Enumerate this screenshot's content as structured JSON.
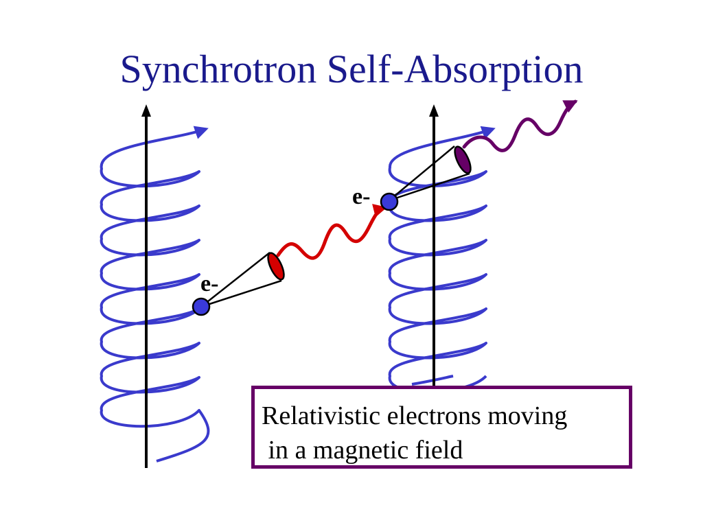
{
  "title": "Synchrotron Self-Absorption",
  "diagram": {
    "electron_labels": [
      "e-",
      "e-"
    ],
    "caption_lines": [
      "Relativistic electrons moving",
      " in a magnetic field"
    ]
  },
  "colors": {
    "title": "#1a1a8c",
    "helix": "#3a3acc",
    "field_axis": "#000000",
    "electron": "#3a3ad9",
    "emitted_photon": "#d40000",
    "reemitted_photon": "#660066",
    "caption_border": "#660066"
  },
  "icons": {
    "field_arrow": "upward-arrow",
    "electron": "filled-circle",
    "beaming_cone": "cone",
    "photon": "wavy-arrow"
  }
}
